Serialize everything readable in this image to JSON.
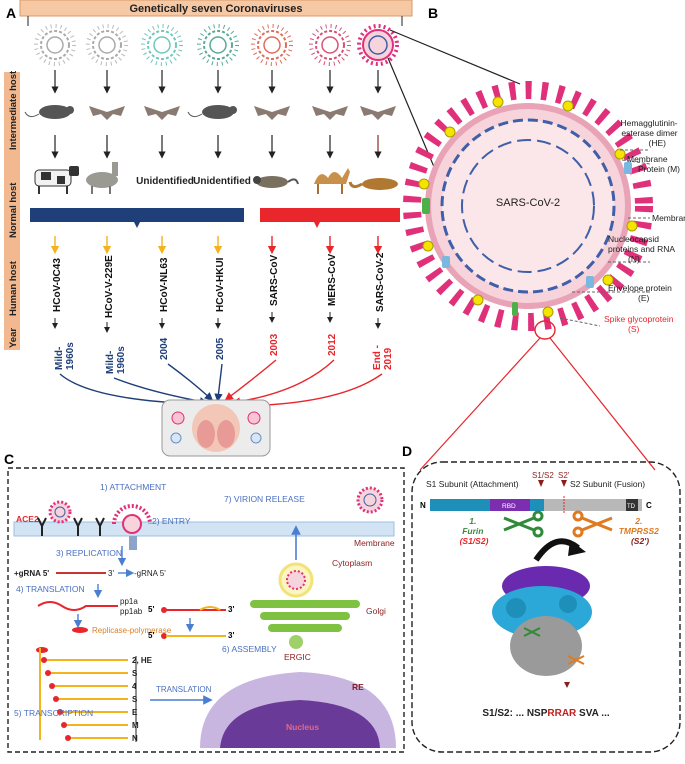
{
  "panel_labels": {
    "a": "A",
    "b": "B",
    "c": "C",
    "d": "D"
  },
  "panel_a": {
    "banner": "Genetically seven Coronaviruses",
    "row_labels": {
      "intermediate": "Intermediate host",
      "normal": "Normal host",
      "human": "Human host",
      "year": "Year"
    },
    "unidentified_1": "Unidentified",
    "unidentified_2": "Unidentified",
    "viruses": [
      {
        "name": "HCoV-0C43",
        "year": "Mild-\n1960s"
      },
      {
        "name": "HCoV-V-229E",
        "year": "Mild-\n1960s"
      },
      {
        "name": "HCoV-NL63",
        "year": "2004"
      },
      {
        "name": "HCoV-HKUI",
        "year": "2005"
      },
      {
        "name": "SARS-CoV",
        "year": "2003"
      },
      {
        "name": "MERS-CoV",
        "year": "2012"
      },
      {
        "name": "SARS-CoV-2",
        "year": "End -\n2019"
      }
    ],
    "colors": {
      "banner": "#f6c8a4",
      "rowbar": "#f2b890",
      "blue": "#1f3f78",
      "red": "#e8262b",
      "yellow": "#f2b31c"
    }
  },
  "panel_b": {
    "center_label": "SARS-CoV-2",
    "labels": {
      "he": "Hemagglutinin-\nesterase dimer\n(HE)",
      "m": "Membrane\nProtein (M)",
      "membrane": "Membrane",
      "n": "Nucleocapsid\nproteins and RNA\n(N)",
      "e": "Envelope protein\n(E)",
      "s": "Spike glycoprotein\n(S)"
    },
    "colors": {
      "spike": "#e0307a",
      "body": "#f7d3db",
      "rna": "#3f5fa8",
      "he": "#f5e400"
    }
  },
  "panel_c": {
    "steps": {
      "attachment": "1) ATTACHMENT",
      "entry": "2) ENTRY",
      "replication": "3) REPLICATION",
      "translation": "4) TRANSLATION",
      "transcription": "5) TRANSCRIPTION",
      "assembly": "6) ASSEMBLY",
      "release": "7) VIRION RELEASE"
    },
    "ace2": "ACE2",
    "membrane": "Membrane",
    "cytoplasm": "Cytoplasm",
    "golgi": "Golgi",
    "ergic": "ERGIC",
    "re": "RE",
    "nucleus": "Nucleus",
    "gRNA_plus": "+gRNA 5'",
    "gRNA_3": "3'",
    "gRNA_minus": "-gRNA 5'",
    "pp1a": "pp1a",
    "pp1ab": "pp1ab",
    "replicase": "Replicase-polymerase",
    "five_a": "5'",
    "three_a": "3'",
    "five_b": "5'",
    "three_b": "3'",
    "translation_arrow": "TRANSLATION",
    "sg_labels": [
      "2, HE",
      "S",
      "4",
      "S",
      "E",
      "M",
      "N"
    ]
  },
  "panel_d": {
    "s1_label": "S1 Subunit (Attachment)",
    "s2_label": "S2 Subunit (Fusion)",
    "s1s2": "S1/S2",
    "s2prime": "S2'",
    "n_term": "N",
    "c_term": "C",
    "rbd": "RBD",
    "td": "TD",
    "furin": "1.\nFurin\n(S1/S2)",
    "tmprss2": "2.\nTMPRSS2\n(S2')",
    "sequence_prefix": "S1/S2: ... NSP",
    "sequence_highlight": "RRAR",
    "sequence_suffix": " SVA ..."
  }
}
